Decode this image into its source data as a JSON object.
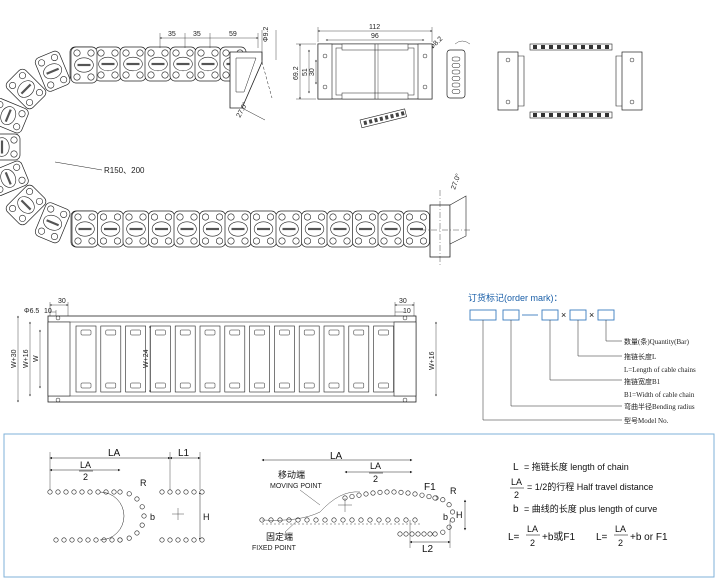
{
  "top_drawing": {
    "dims": {
      "pitch_a": "35",
      "pitch_b": "35",
      "end_len": "59",
      "hole_dia": "Φ9.2",
      "bend_radius": "R150、200",
      "angle_top": "27.0°",
      "angle_right": "27.0°"
    }
  },
  "section_view": {
    "dims": {
      "outer_width": "112",
      "inner_width": "96",
      "hole_dia": "Φ8.2",
      "height_outer": "69.2",
      "height_mid": "51",
      "height_inner": "30"
    }
  },
  "plan_view": {
    "dims": {
      "left_offset": "30",
      "left_gap": "10",
      "left_hole": "Φ6.5",
      "right_offset": "30",
      "right_gap": "10",
      "w30": "W+30",
      "w16_left": "W+16",
      "w_label": "W",
      "w24": "W+24",
      "w16_right": "W+16"
    }
  },
  "order_mark": {
    "title": "订货标记(order mark)：",
    "times_1": "×",
    "times_2": "×",
    "lines": [
      "数量(条)Quantity(Bar)",
      "拖链长度L",
      "L=Length of cable chains",
      "拖链宽度B1",
      "B1=Width of cable chain",
      "弯曲半径Bending radius",
      "型号Model No."
    ]
  },
  "bottom_panel": {
    "left_diagram": {
      "la": "LA",
      "la_frac_num": "LA",
      "la_frac_den": "2",
      "l1": "L1",
      "r": "R",
      "b": "b",
      "h": "H"
    },
    "mid_diagram": {
      "la": "LA",
      "la_frac_num": "LA",
      "la_frac_den": "2",
      "moving_cn": "移动端",
      "moving_en": "MOVING POINT",
      "fixed_cn": "固定端",
      "fixed_en": "FIXED POINT",
      "f1": "F1",
      "r": "R",
      "b": "b",
      "h": "H",
      "l2": "L2"
    },
    "legend": {
      "row1_sym": "L",
      "row1_text": "= 拖链长度  length of chain",
      "row2_num": "LA",
      "row2_den": "2",
      "row2_text": "= 1/2的行程  Half travel distance",
      "row3_sym": "b",
      "row3_text": "= 曲线的长度  plus length of curve",
      "f_prefix": "L=",
      "f_num1": "LA",
      "f_den1": "2",
      "f_mid": "+b或F1",
      "f_prefix2": "L=",
      "f_num2": "LA",
      "f_den2": "2",
      "f_end": "+b or F1"
    }
  },
  "colors": {
    "panel_border": "#7fb2d9",
    "accent_text": "#1a5fa8",
    "order_box": "#3b7cc0"
  }
}
